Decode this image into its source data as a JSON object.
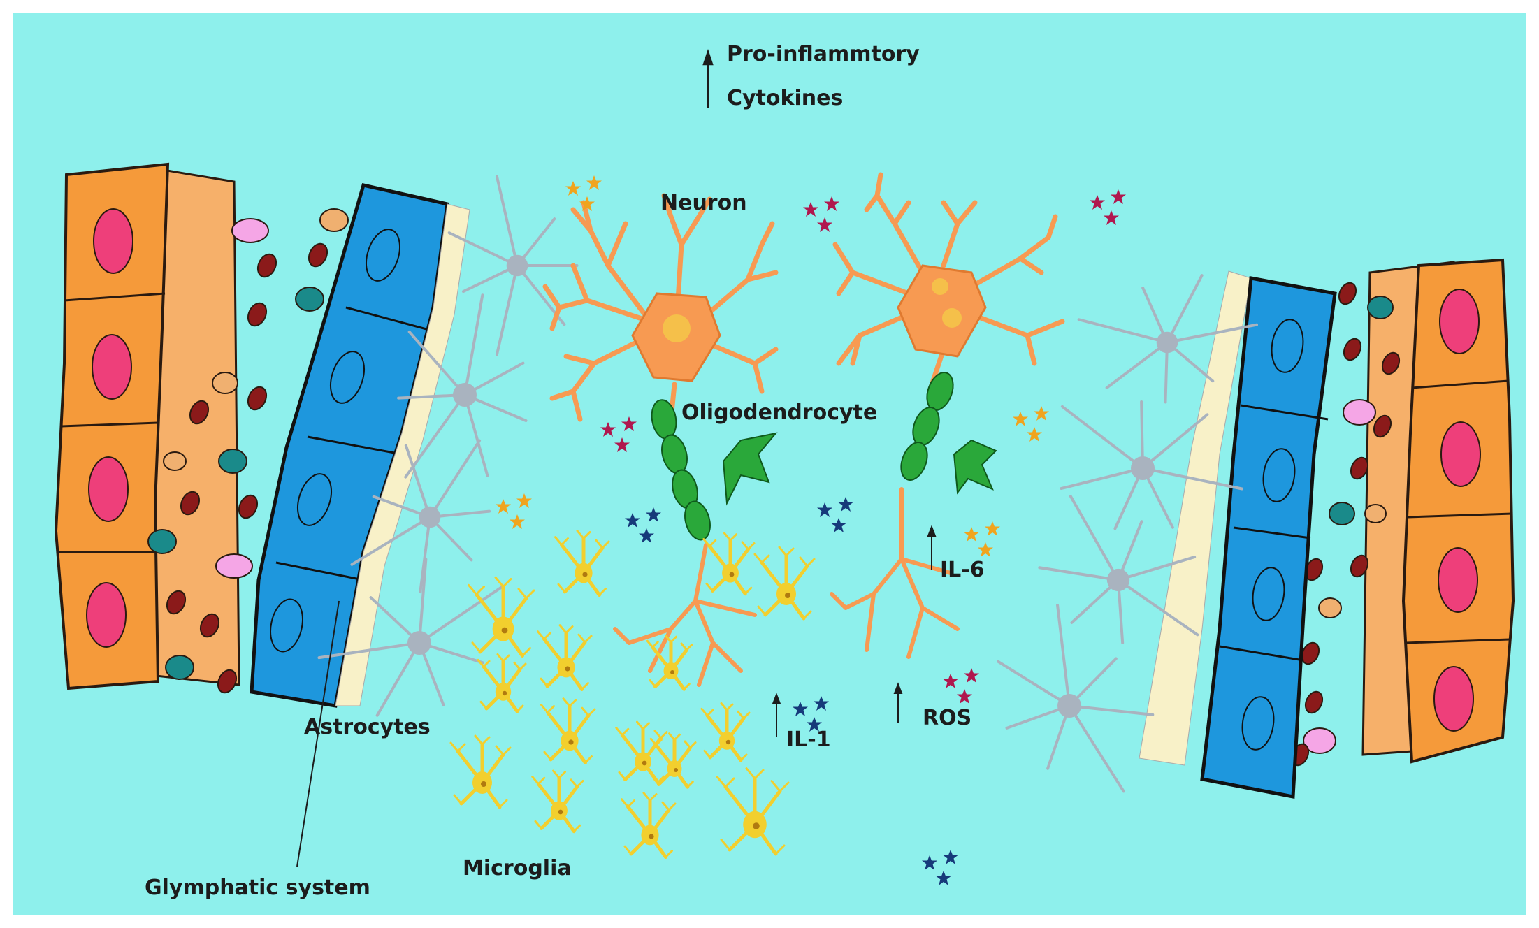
{
  "labels": {
    "pro_inflammatory": "Pro-inflammtory",
    "cytokines": "Cytokines",
    "neuron": "Neuron",
    "oligodendrocyte": "Oligodendrocyte",
    "astrocytes": "Astrocytes",
    "glymphatic_system": "Glymphatic system",
    "microglia": "Microglia",
    "il1": "IL-1",
    "il6": "IL-6",
    "ros": "ROS"
  },
  "colors": {
    "background": "#8ef0ec",
    "frame": "#ffffff",
    "endothelial": "#f59a3a",
    "nucleus": "#ee3f7a",
    "ependymal": "#1e97dd",
    "cream_layer": "#f8f1c8",
    "astrocyte": "#a9b3bf",
    "neuron": "#f79a52",
    "oligodendrocyte": "#2aa83a",
    "microglia": "#f2cf2e",
    "red_cell": "#8b1a1a",
    "teal_cell": "#1a8a8a",
    "pink_cell": "#f5a6e6",
    "tan_cell": "#f0b070",
    "orange_star": "#f0a41e",
    "magenta_star": "#b0174e",
    "navy_star": "#163a7a"
  },
  "icons": [
    "up-arrow-icon",
    "star-icon"
  ]
}
